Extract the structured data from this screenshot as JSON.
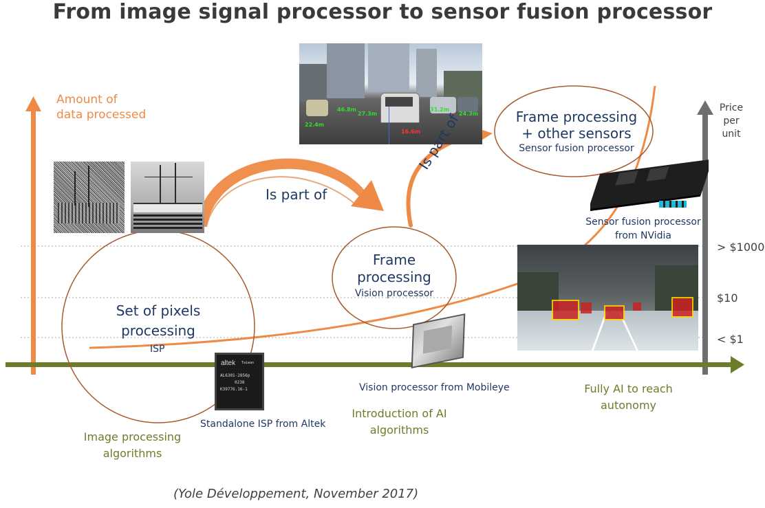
{
  "title": "From image signal processor to sensor fusion processor",
  "axes": {
    "y_left_label_line1": "Amount of",
    "y_left_label_line2": "data processed",
    "y_right_label_line1": "Price",
    "y_right_label_line2": "per",
    "y_right_label_line3": "unit",
    "price_ticks": [
      "> $1000",
      "$10",
      "< $1"
    ]
  },
  "stages": {
    "isp": {
      "circle_title_line1": "Set of pixels",
      "circle_title_line2": "processing",
      "circle_sub": "ISP",
      "chip_caption": "Standalone ISP from Altek",
      "chip_brand": "altek",
      "chip_lines": [
        "Taiwan",
        "AL6301-2856p",
        "0238",
        "K39776.16-1"
      ],
      "timeline_label_line1": "Image processing",
      "timeline_label_line2": "algorithms"
    },
    "vision": {
      "circle_title_line1": "Frame",
      "circle_title_line2": "processing",
      "circle_sub": "Vision processor",
      "chip_caption": "Vision processor from Mobileye",
      "timeline_label_line1": "Introduction of AI",
      "timeline_label_line2": "algorithms"
    },
    "fusion": {
      "circle_title_line1": "Frame processing",
      "circle_title_line2": "+ other sensors",
      "circle_sub": "Sensor fusion processor",
      "board_caption_line1": "Sensor fusion processor",
      "board_caption_line2": "from NVidia",
      "timeline_label_line1": "Fully AI to reach",
      "timeline_label_line2": "autonomy"
    }
  },
  "arrows": {
    "is_part_of_1": "Is part of",
    "is_part_of_2": "Is part of"
  },
  "photo_labels": [
    "46.8m",
    "27.3m",
    "31.2m",
    "24.3m",
    "22.4m",
    "16.6m"
  ],
  "credit": "(Yole Développement, November 2017)",
  "colors": {
    "orange": "#ee8a46",
    "olive": "#6b7d2a",
    "navy": "#1f3864",
    "circle_stroke": "#a8582e",
    "gray_axis": "#6d6e71"
  }
}
